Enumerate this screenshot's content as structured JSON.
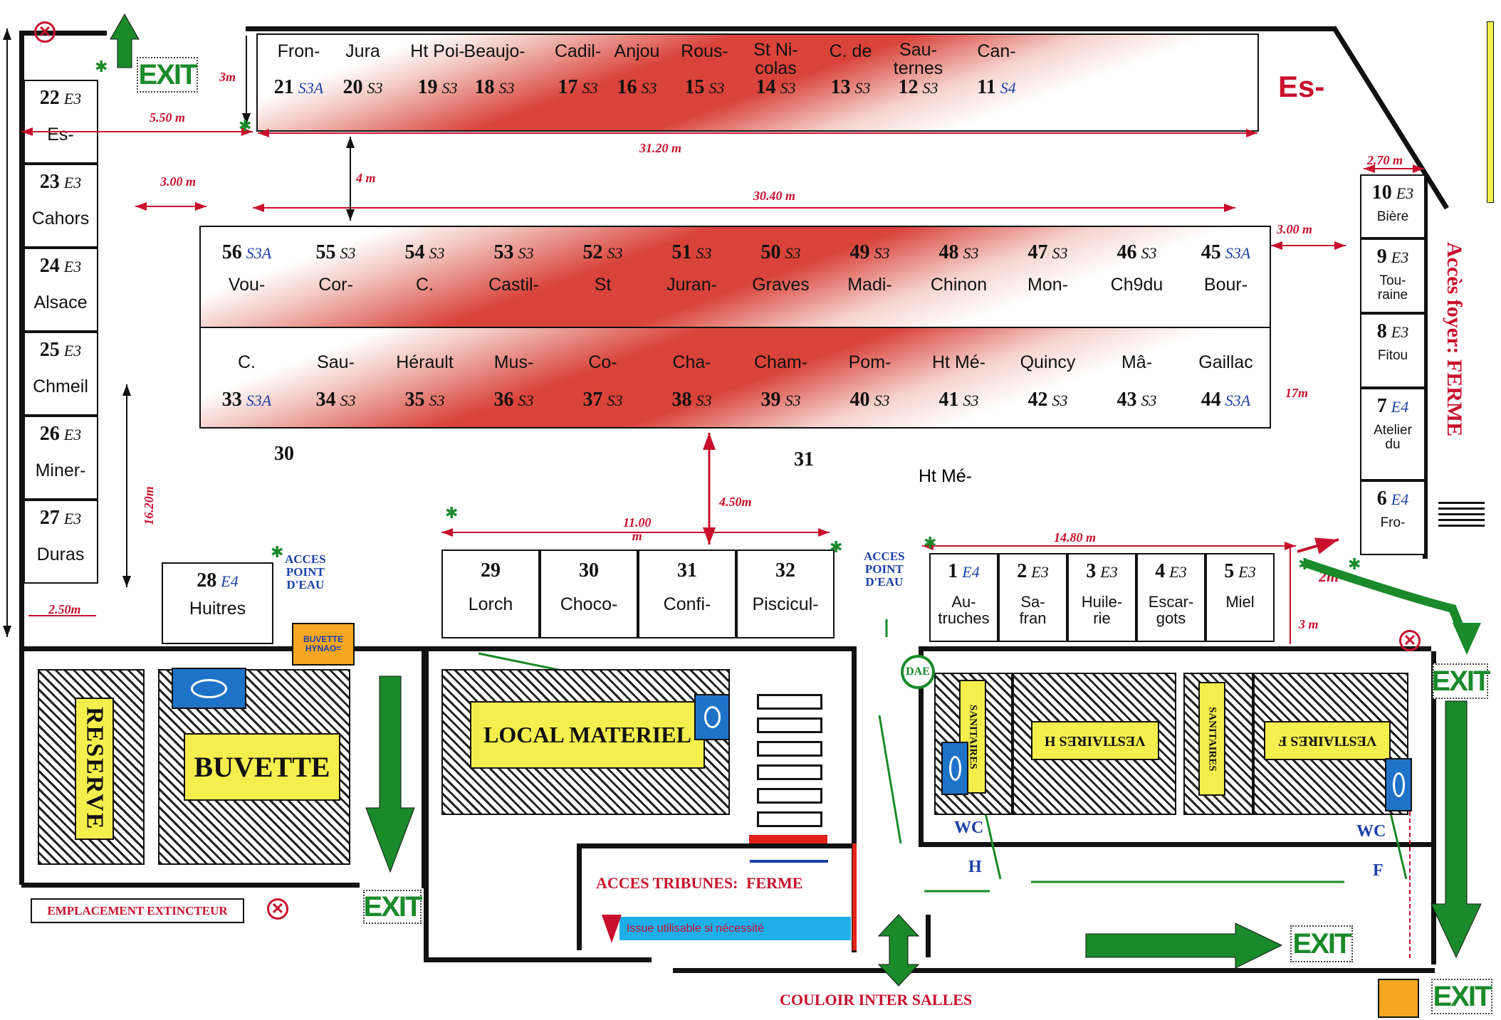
{
  "top_row": {
    "names": [
      "Fron-",
      "Jura",
      "Ht Poi-",
      "Beaujo-",
      "Cadil-",
      "Anjou",
      "Rous-",
      "St Ni-\ncolas",
      "C. de",
      "Sau-\nternes",
      "Can-"
    ],
    "stands": [
      {
        "num": "21",
        "cat": "S3A",
        "blue": true
      },
      {
        "num": "20",
        "cat": "S3"
      },
      {
        "num": "19",
        "cat": "S3"
      },
      {
        "num": "18",
        "cat": "S3"
      },
      {
        "num": "17",
        "cat": "S3"
      },
      {
        "num": "16",
        "cat": "S3"
      },
      {
        "num": "15",
        "cat": "S3"
      },
      {
        "num": "14",
        "cat": "S3"
      },
      {
        "num": "13",
        "cat": "S3"
      },
      {
        "num": "12",
        "cat": "S3"
      },
      {
        "num": "11",
        "cat": "S4",
        "blue": true
      }
    ]
  },
  "middle_row1": {
    "stands": [
      {
        "num": "56",
        "cat": "S3A",
        "blue": true
      },
      {
        "num": "55",
        "cat": "S3"
      },
      {
        "num": "54",
        "cat": "S3"
      },
      {
        "num": "53",
        "cat": "S3"
      },
      {
        "num": "52",
        "cat": "S3"
      },
      {
        "num": "51",
        "cat": "S3"
      },
      {
        "num": "50",
        "cat": "S3"
      },
      {
        "num": "49",
        "cat": "S3"
      },
      {
        "num": "48",
        "cat": "S3"
      },
      {
        "num": "47",
        "cat": "S3"
      },
      {
        "num": "46",
        "cat": "S3"
      },
      {
        "num": "45",
        "cat": "S3A",
        "blue": true
      }
    ],
    "names": [
      "Vou-",
      "Cor-",
      "C.",
      "Castil-",
      "St",
      "Juran-",
      "Graves",
      "Madi-",
      "Chinon",
      "Mon-",
      "Ch9du",
      "Bour-"
    ]
  },
  "middle_row2": {
    "names": [
      "C.",
      "Sau-",
      "Hérault",
      "Mus-",
      "Co-",
      "Cha-",
      "Cham-",
      "Pom-",
      "Ht Mé-",
      "Quincy",
      "Mâ-",
      "Gaillac"
    ],
    "stands": [
      {
        "num": "33",
        "cat": "S3A",
        "blue": true
      },
      {
        "num": "34",
        "cat": "S3"
      },
      {
        "num": "35",
        "cat": "S3"
      },
      {
        "num": "36",
        "cat": "S3"
      },
      {
        "num": "37",
        "cat": "S3"
      },
      {
        "num": "38",
        "cat": "S3"
      },
      {
        "num": "39",
        "cat": "S3"
      },
      {
        "num": "40",
        "cat": "S3"
      },
      {
        "num": "41",
        "cat": "S3"
      },
      {
        "num": "42",
        "cat": "S3"
      },
      {
        "num": "43",
        "cat": "S3"
      },
      {
        "num": "44",
        "cat": "S3A",
        "blue": true
      }
    ]
  },
  "left_column": [
    {
      "num": "22",
      "cat": "E3",
      "name": "Es-"
    },
    {
      "num": "23",
      "cat": "E3",
      "name": "Cahors"
    },
    {
      "num": "24",
      "cat": "E3",
      "name": "Alsace"
    },
    {
      "num": "25",
      "cat": "E3",
      "name": "Chmeil"
    },
    {
      "num": "26",
      "cat": "E3",
      "name": "Miner-"
    },
    {
      "num": "27",
      "cat": "E3",
      "name": "Duras"
    }
  ],
  "right_column": [
    {
      "num": "10",
      "cat": "E3",
      "name": "Bière"
    },
    {
      "num": "9",
      "cat": "E3",
      "name": "Tou-\nraine"
    },
    {
      "num": "8",
      "cat": "E3",
      "name": "Fitou"
    },
    {
      "num": "7",
      "cat": "E4",
      "name": "Atelier\ndu",
      "blue": true
    },
    {
      "num": "6",
      "cat": "E4",
      "name": "Fro-",
      "blue": true
    }
  ],
  "stand_28": {
    "num": "28",
    "cat": "E4",
    "name": "Huitres"
  },
  "center_row": [
    {
      "num": "29",
      "name": "Lorch"
    },
    {
      "num": "30",
      "name": "Choco-"
    },
    {
      "num": "31",
      "name": "Confi-"
    },
    {
      "num": "32",
      "name": "Piscicul-"
    }
  ],
  "right_row": [
    {
      "num": "1",
      "cat": "E4",
      "name": "Au-\ntruches",
      "blue": true
    },
    {
      "num": "2",
      "cat": "E3",
      "name": "Sa-\nfran"
    },
    {
      "num": "3",
      "cat": "E3",
      "name": "Huile-\nrie"
    },
    {
      "num": "4",
      "cat": "E3",
      "name": "Escar-\ngots"
    },
    {
      "num": "5",
      "cat": "E3",
      "name": "Miel"
    }
  ],
  "floating": {
    "n30": "30",
    "n31": "31",
    "ht_me": "Ht Mé-",
    "es_right": "Es-"
  },
  "measures": {
    "m3": "3m",
    "m550": "5.50 m",
    "m3120": "31.20 m",
    "m4": "4 m",
    "m300a": "3.00 m",
    "m3040": "30.40 m",
    "m270": "2.70 m",
    "m300b": "3.00 m",
    "m17": "17m",
    "m1620": "16.20m",
    "m250": "2.50m",
    "m450": "4.50m",
    "m1100": "11.00\nm",
    "m1480": "14.80 m",
    "m2": "2m",
    "m3b": "3 m"
  },
  "labels": {
    "reserve": "RESERVE",
    "buvette": "BUVETTE",
    "local": "LOCAL MATERIEL",
    "vest_h": "VESTIAIRES H",
    "vest_f": "VESTIAIRES F",
    "sanitaires": "SANITAIRES",
    "buvette_hynao": "BUVETTE\nHYNAO=",
    "acces_eau": "ACCES\nPOINT\nD'EAU",
    "acces_tribunes": "ACCES TRIBUNES:",
    "ferme": "FERME",
    "issue": "Issue utilisable si nécessité",
    "couloir": "COULOIR INTER SALLES",
    "extincteur": "EMPLACEMENT EXTINCTEUR",
    "acces_foyer": "Accès foyer: FERME",
    "wc": "WC",
    "h": "H",
    "f": "F",
    "dae": "DAE",
    "exit": "EXIT"
  },
  "colors": {
    "red": "#c8102e",
    "green": "#1a8a2a",
    "blue": "#1a3fa8",
    "yellow": "#f5ef4e",
    "sink": "#1e73c8"
  }
}
